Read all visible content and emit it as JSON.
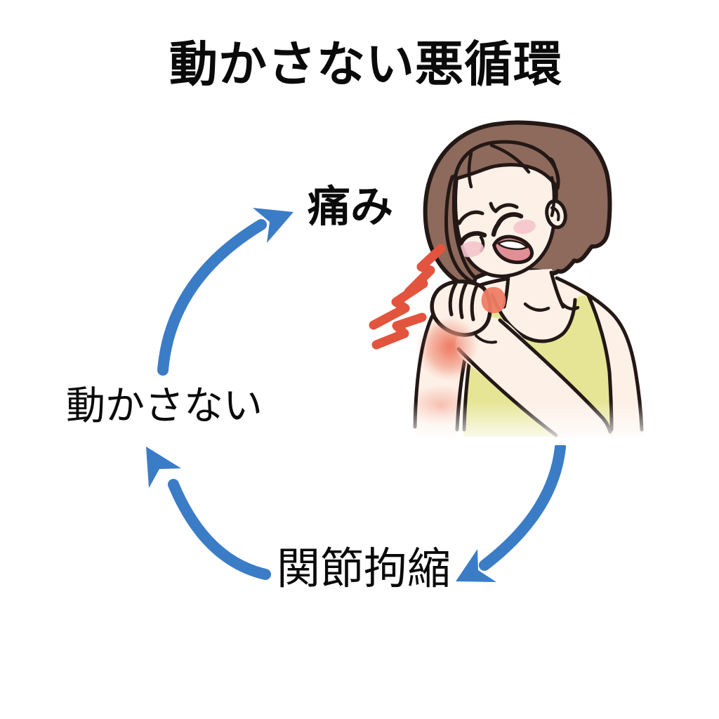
{
  "title": "動かさない悪循環",
  "cycle": {
    "nodes": [
      {
        "id": "pain",
        "label": "痛み"
      },
      {
        "id": "joint-contracture",
        "label": "関節拘縮"
      },
      {
        "id": "not-moving",
        "label": "動かさない"
      }
    ],
    "arrows": [
      {
        "from": "not-moving",
        "to": "pain"
      },
      {
        "from": "pain",
        "to": "joint-contracture"
      },
      {
        "from": "joint-contracture",
        "to": "not-moving"
      }
    ]
  },
  "colors": {
    "arrow_blue": "#3b7cc6",
    "pain_red": "#e2543e",
    "inflamed_red": "#ef7c64",
    "hair_brown": "#8d6a5c",
    "skin": "#fdf0e7",
    "top_yellow": "#e6e596",
    "blush_pink": "#f5c4cc",
    "outline": "#231815",
    "text": "#0a0a0a",
    "background": "#ffffff"
  }
}
